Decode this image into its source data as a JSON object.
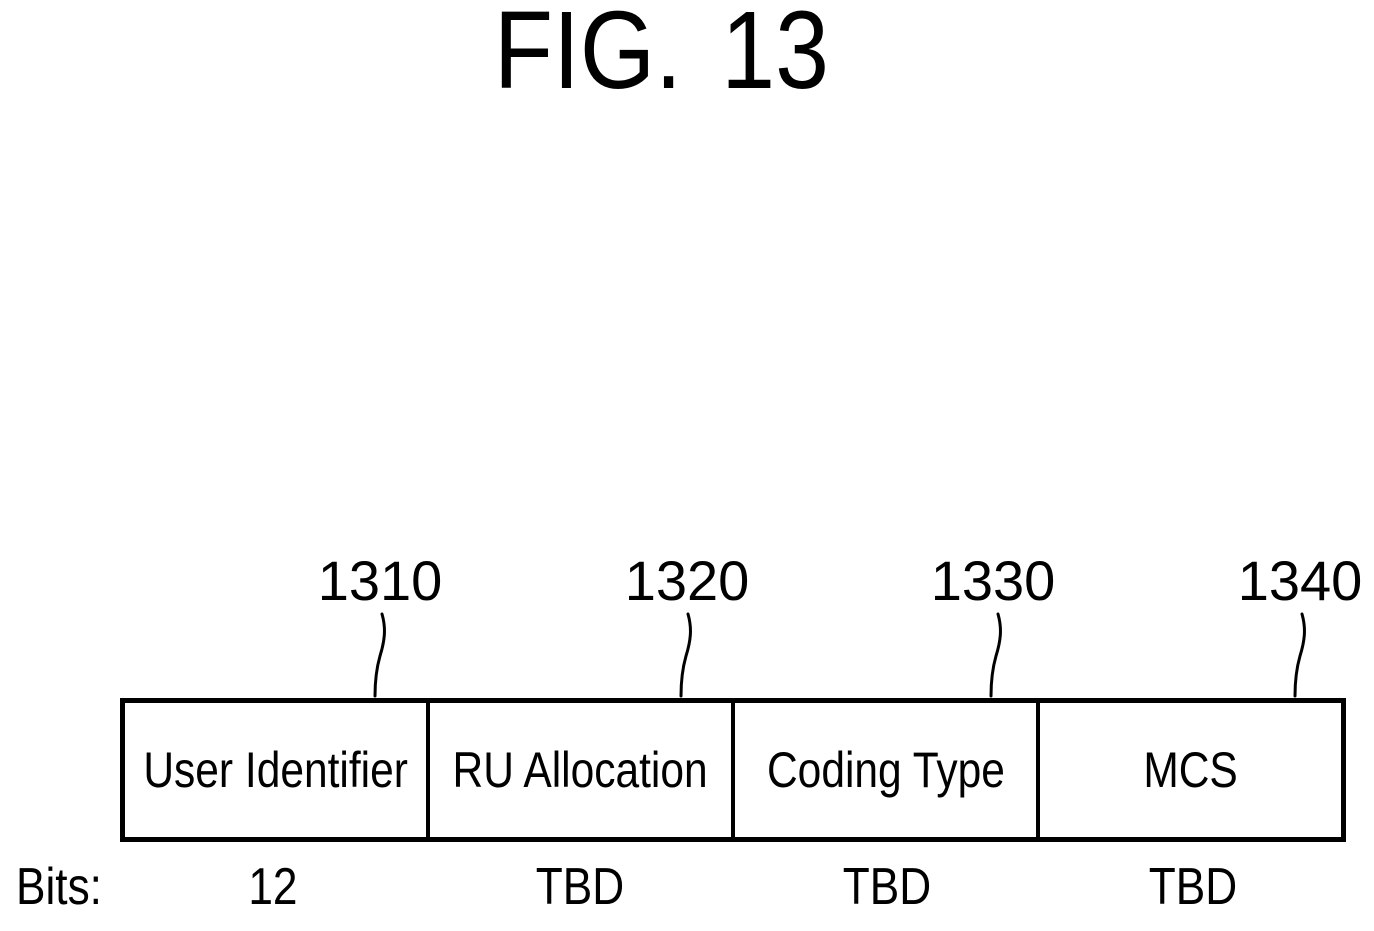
{
  "figure": {
    "title": "FIG. 13",
    "bits_label": "Bits:",
    "fields": [
      {
        "ref": "1310",
        "label": "User Identifier",
        "bits": "12"
      },
      {
        "ref": "1320",
        "label": "RU Allocation",
        "bits": "TBD"
      },
      {
        "ref": "1330",
        "label": "Coding Type",
        "bits": "TBD"
      },
      {
        "ref": "1340",
        "label": "MCS",
        "bits": "TBD"
      }
    ],
    "colors": {
      "line": "#000000",
      "background": "#ffffff"
    }
  }
}
